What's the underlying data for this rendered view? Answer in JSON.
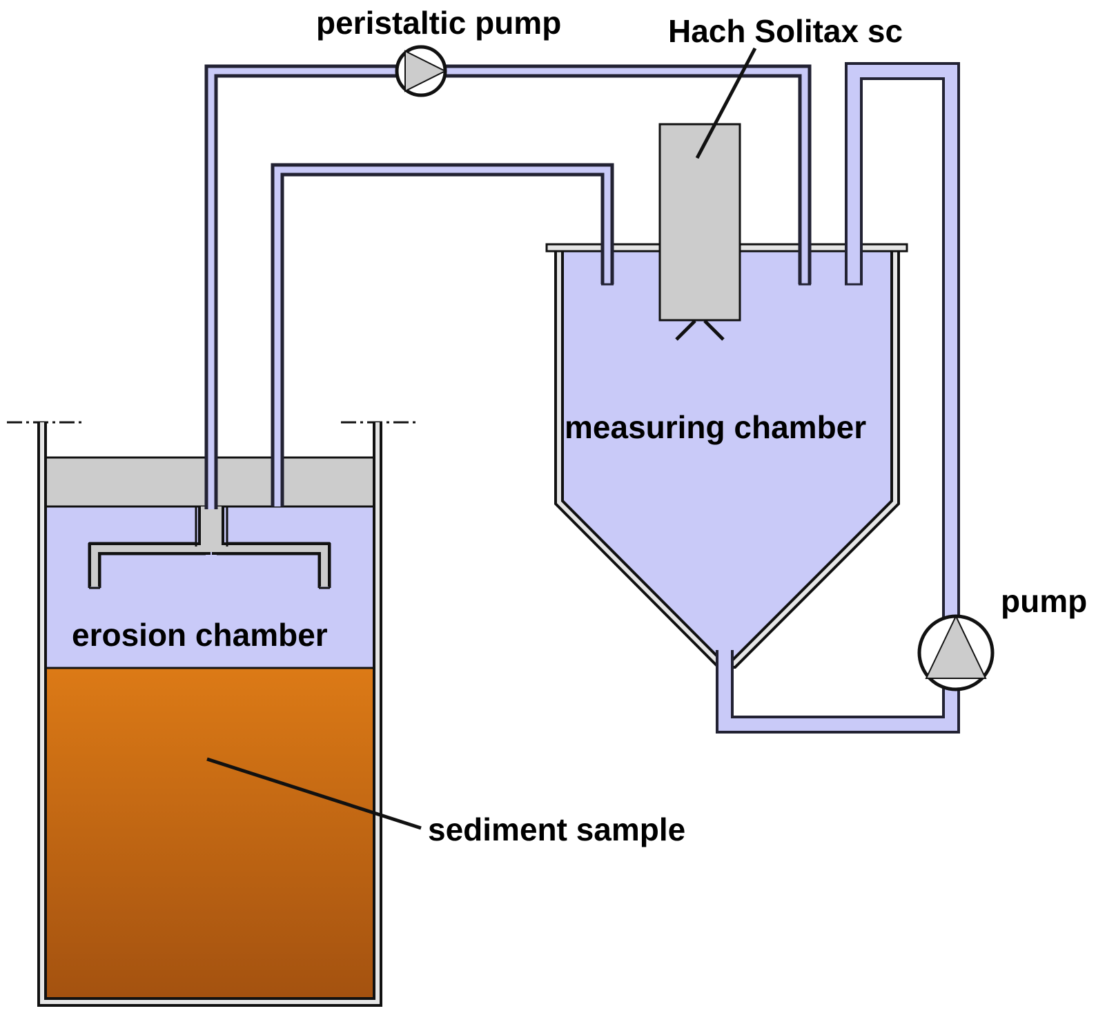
{
  "labels": {
    "peristaltic_pump": "peristaltic pump",
    "hach_solitax": "Hach Solitax sc",
    "measuring_chamber": "measuring chamber",
    "erosion_chamber": "erosion chamber",
    "sediment_sample": "sediment sample",
    "pump": "pump"
  },
  "colors": {
    "water": "#c9caf8",
    "sediment_top": "#dc7a16",
    "sediment_bottom": "#a45210",
    "sensor_grey": "#cccccc",
    "lid_grey": "#cccccc",
    "outline": "#111111"
  }
}
